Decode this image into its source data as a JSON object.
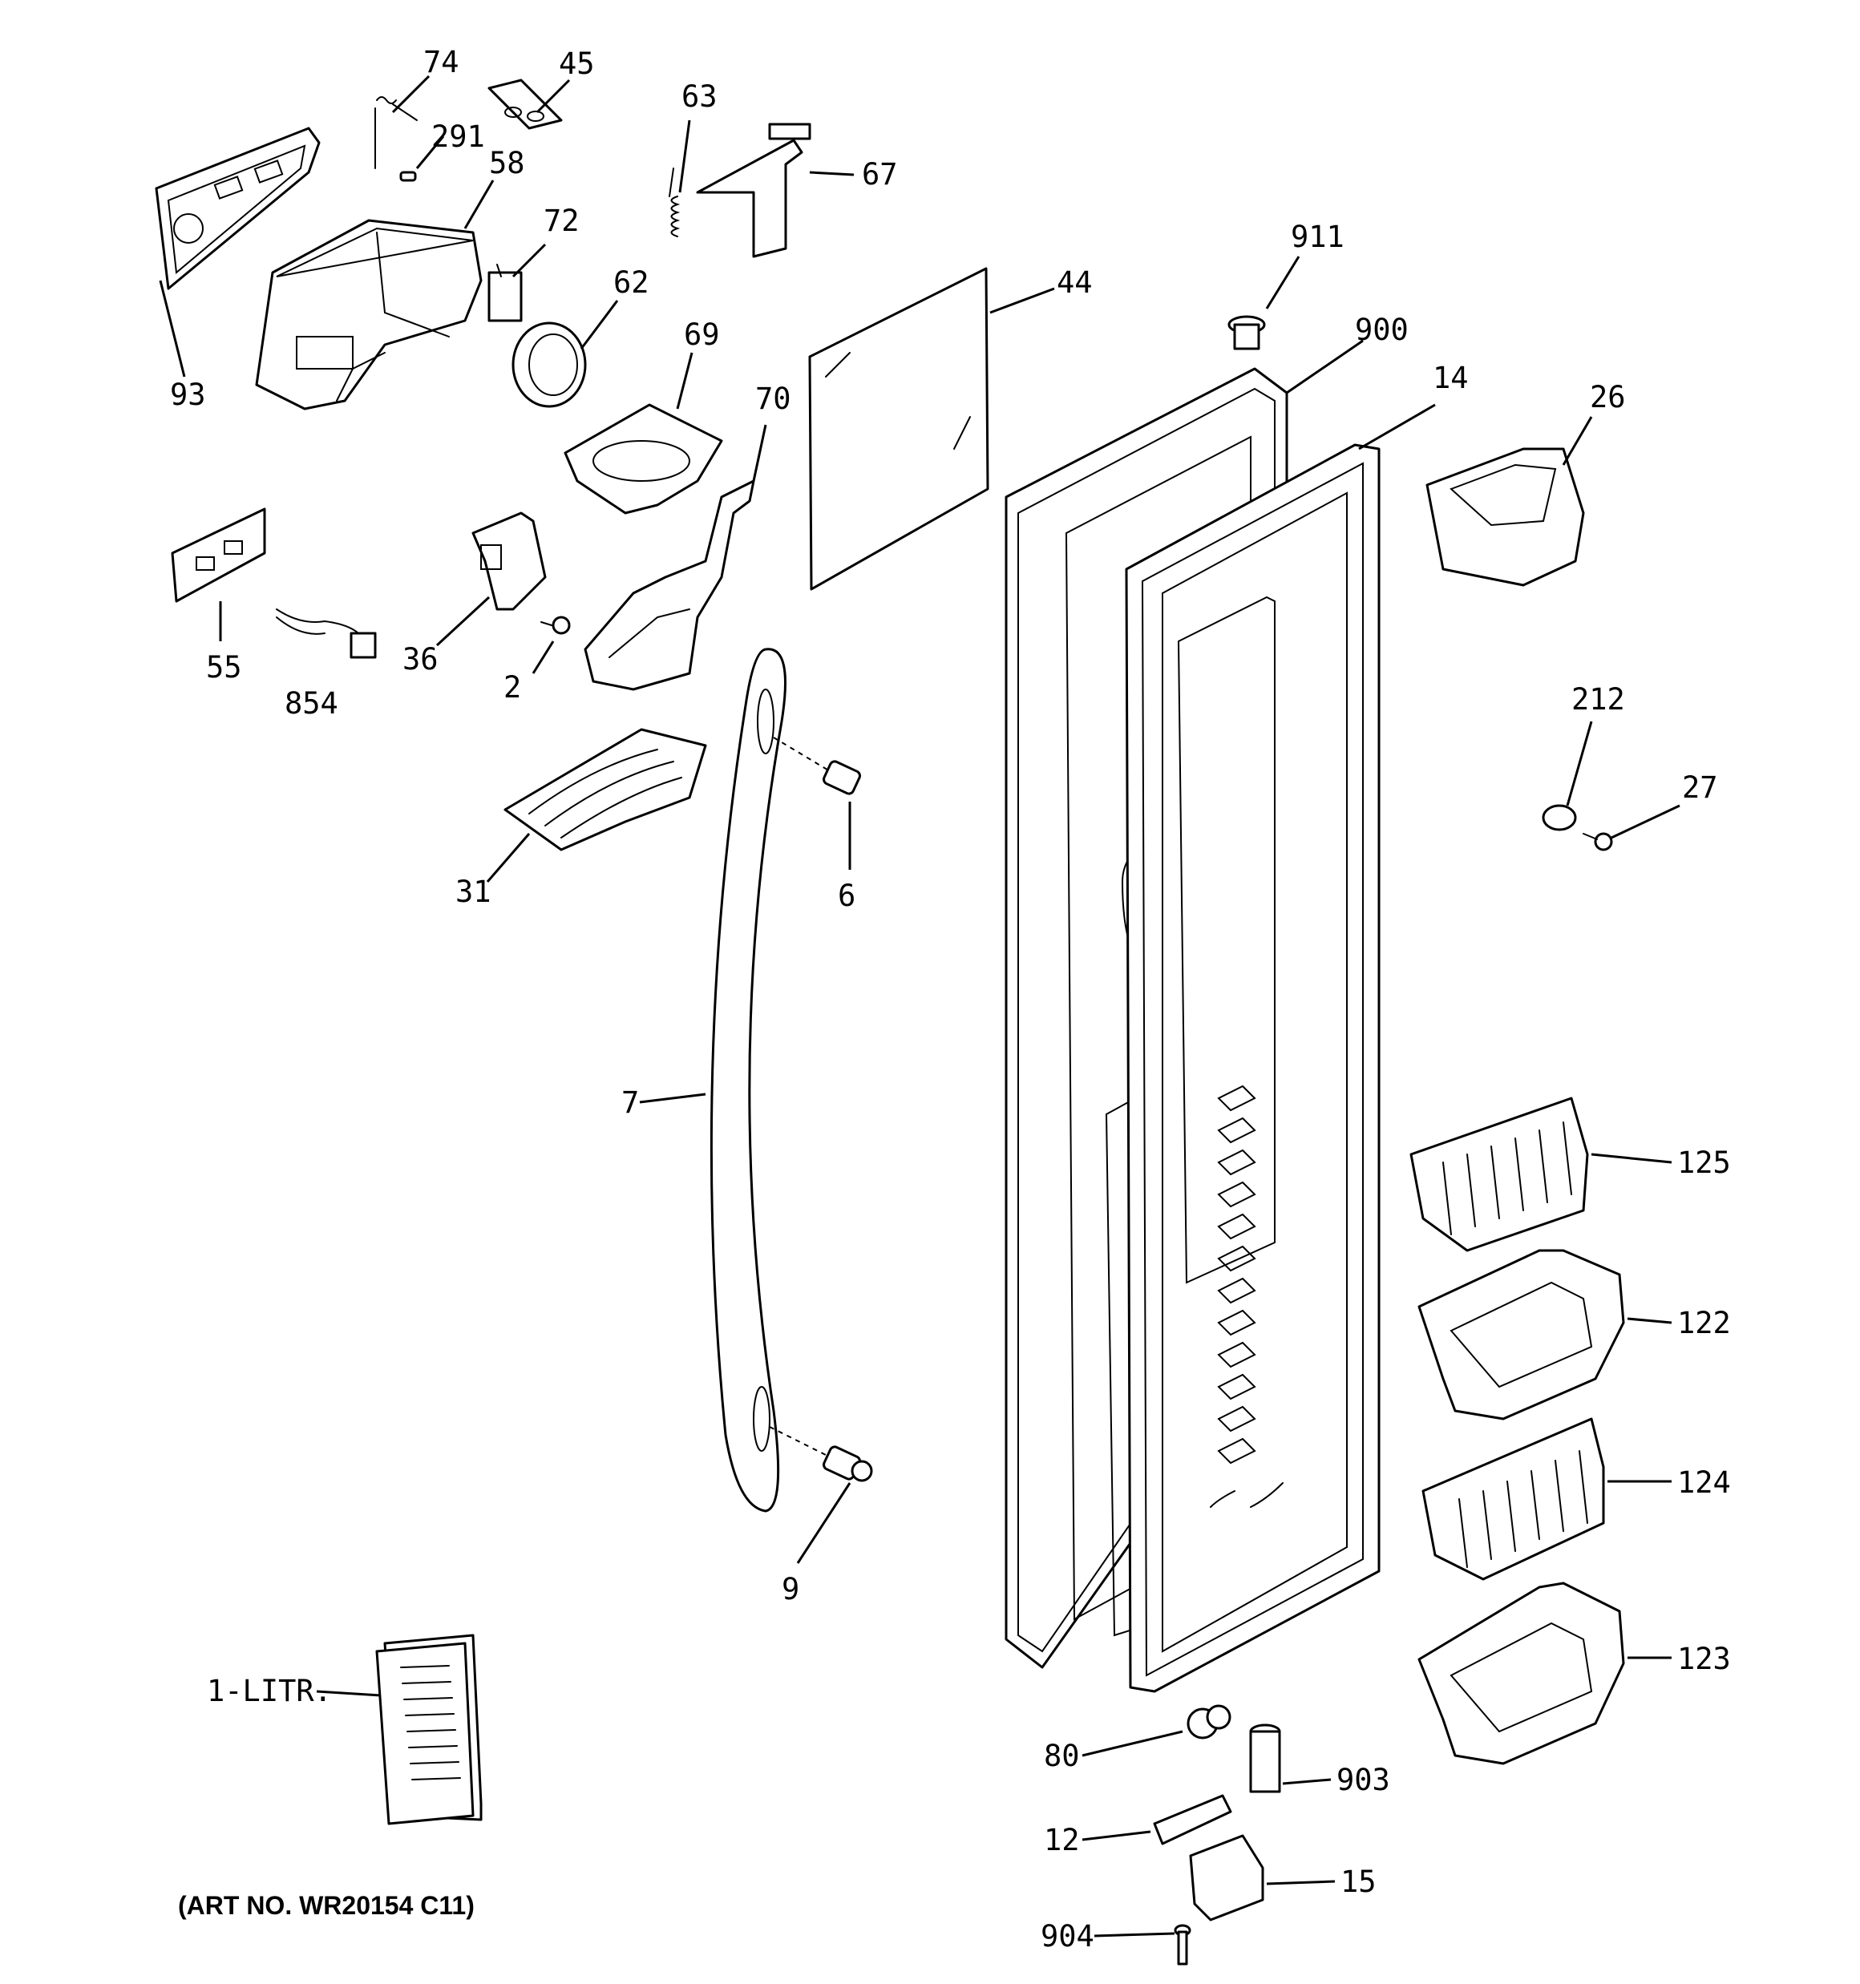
{
  "caption": "(ART NO. WR20154 C11)",
  "callouts": {
    "p74": "74",
    "p45": "45",
    "p63": "63",
    "p291": "291",
    "p58": "58",
    "p67": "67",
    "p72": "72",
    "p911": "911",
    "p44": "44",
    "p62": "62",
    "p900": "900",
    "p69": "69",
    "p93": "93",
    "p14": "14",
    "p26": "26",
    "p70": "70",
    "p55": "55",
    "p36": "36",
    "p854": "854",
    "p2": "2",
    "p212": "212",
    "p27": "27",
    "p31": "31",
    "p6": "6",
    "p7": "7",
    "p125": "125",
    "p122": "122",
    "p124": "124",
    "p9": "9",
    "p123": "123",
    "p1litr": "1-LITR.",
    "p80": "80",
    "p903": "903",
    "p12": "12",
    "p15": "15",
    "p904": "904"
  }
}
